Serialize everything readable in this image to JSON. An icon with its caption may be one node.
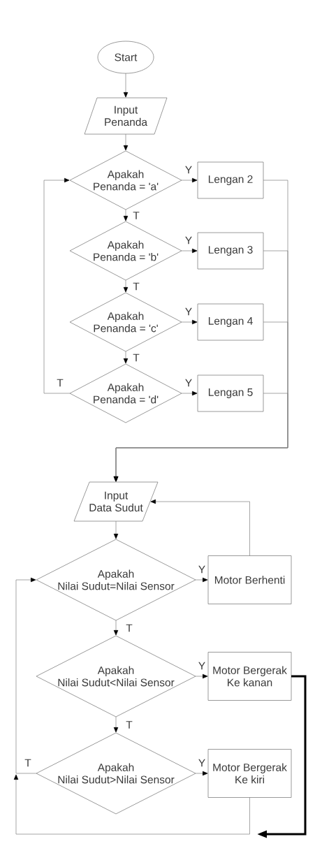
{
  "diagram": {
    "nodes": [
      {
        "text": [
          "Start"
        ]
      },
      {
        "text": [
          "Input Penanda"
        ]
      },
      {
        "text": [
          "Apakah Penanda = 'a'"
        ]
      },
      {
        "text": [
          "Lengan 2"
        ]
      },
      {
        "text": [
          "Apakah Penanda = 'b'"
        ]
      },
      {
        "text": [
          "Lengan 3"
        ]
      },
      {
        "text": [
          "Apakah Penanda = 'c'"
        ]
      },
      {
        "text": [
          "Lengan 4"
        ]
      },
      {
        "text": [
          "Apakah Penanda = 'd'"
        ]
      },
      {
        "text": [
          "Lengan 5"
        ]
      },
      {
        "text": [
          "Input Data Sudut"
        ]
      },
      {
        "text": [
          "Apakah Nilai Sudut=Nilai Sensor"
        ]
      },
      {
        "text": [
          "Motor Berhenti"
        ]
      },
      {
        "text": [
          "Apakah Nilai Sudut<Nilai Sensor"
        ]
      },
      {
        "text": [
          "Motor Bergerak Ke kanan"
        ]
      },
      {
        "text": [
          "Apakah Nilai Sudut>Nilai Sensor"
        ]
      },
      {
        "text": [
          "Motor Bergerak Ke kiri"
        ]
      }
    ],
    "edges": [
      {
        "from": 0,
        "to": 1,
        "arrow": "to"
      },
      {
        "from": 1,
        "to": 2,
        "arrow": "to"
      },
      {
        "from": 2,
        "to": 3,
        "arrow": "to",
        "label": "Y"
      },
      {
        "from": 2,
        "to": 4,
        "arrow": "to",
        "label": "T"
      },
      {
        "from": 4,
        "to": 5,
        "arrow": "to",
        "label": "Y"
      },
      {
        "from": 4,
        "to": 6,
        "arrow": "to",
        "label": "T"
      },
      {
        "from": 6,
        "to": 7,
        "arrow": "to",
        "label": "Y"
      },
      {
        "from": 6,
        "to": 8,
        "arrow": "to",
        "label": "T"
      },
      {
        "from": 8,
        "to": 9,
        "arrow": "to",
        "label": "Y"
      },
      {
        "from": 8,
        "to": 2,
        "arrow": "to",
        "label": "T"
      },
      {
        "from": 3,
        "to": 10,
        "arrow": "to"
      },
      {
        "from": 5,
        "to": 10,
        "arrow": "to"
      },
      {
        "from": 7,
        "to": 10,
        "arrow": "to"
      },
      {
        "from": 9,
        "to": 10,
        "arrow": "to"
      },
      {
        "from": 10,
        "to": 11,
        "arrow": "to"
      },
      {
        "from": 11,
        "to": 12,
        "arrow": "to",
        "label": "Y"
      },
      {
        "from": 12,
        "to": 10,
        "arrow": "to"
      },
      {
        "from": 11,
        "to": 13,
        "arrow": "to",
        "label": "T"
      },
      {
        "from": 13,
        "to": 14,
        "arrow": "to",
        "label": "Y"
      },
      {
        "from": 13,
        "to": 15,
        "arrow": "to",
        "label": "T"
      },
      {
        "from": 15,
        "to": 16,
        "arrow": "to",
        "label": "Y"
      },
      {
        "from": 15,
        "to": 11,
        "arrow": "to",
        "label": "T"
      },
      {
        "from": 16,
        "to": null,
        "arrow": "to"
      },
      {
        "from": 14,
        "to": null,
        "arrow": "to",
        "style": "thick",
        "color": "#000000"
      }
    ]
  }
}
